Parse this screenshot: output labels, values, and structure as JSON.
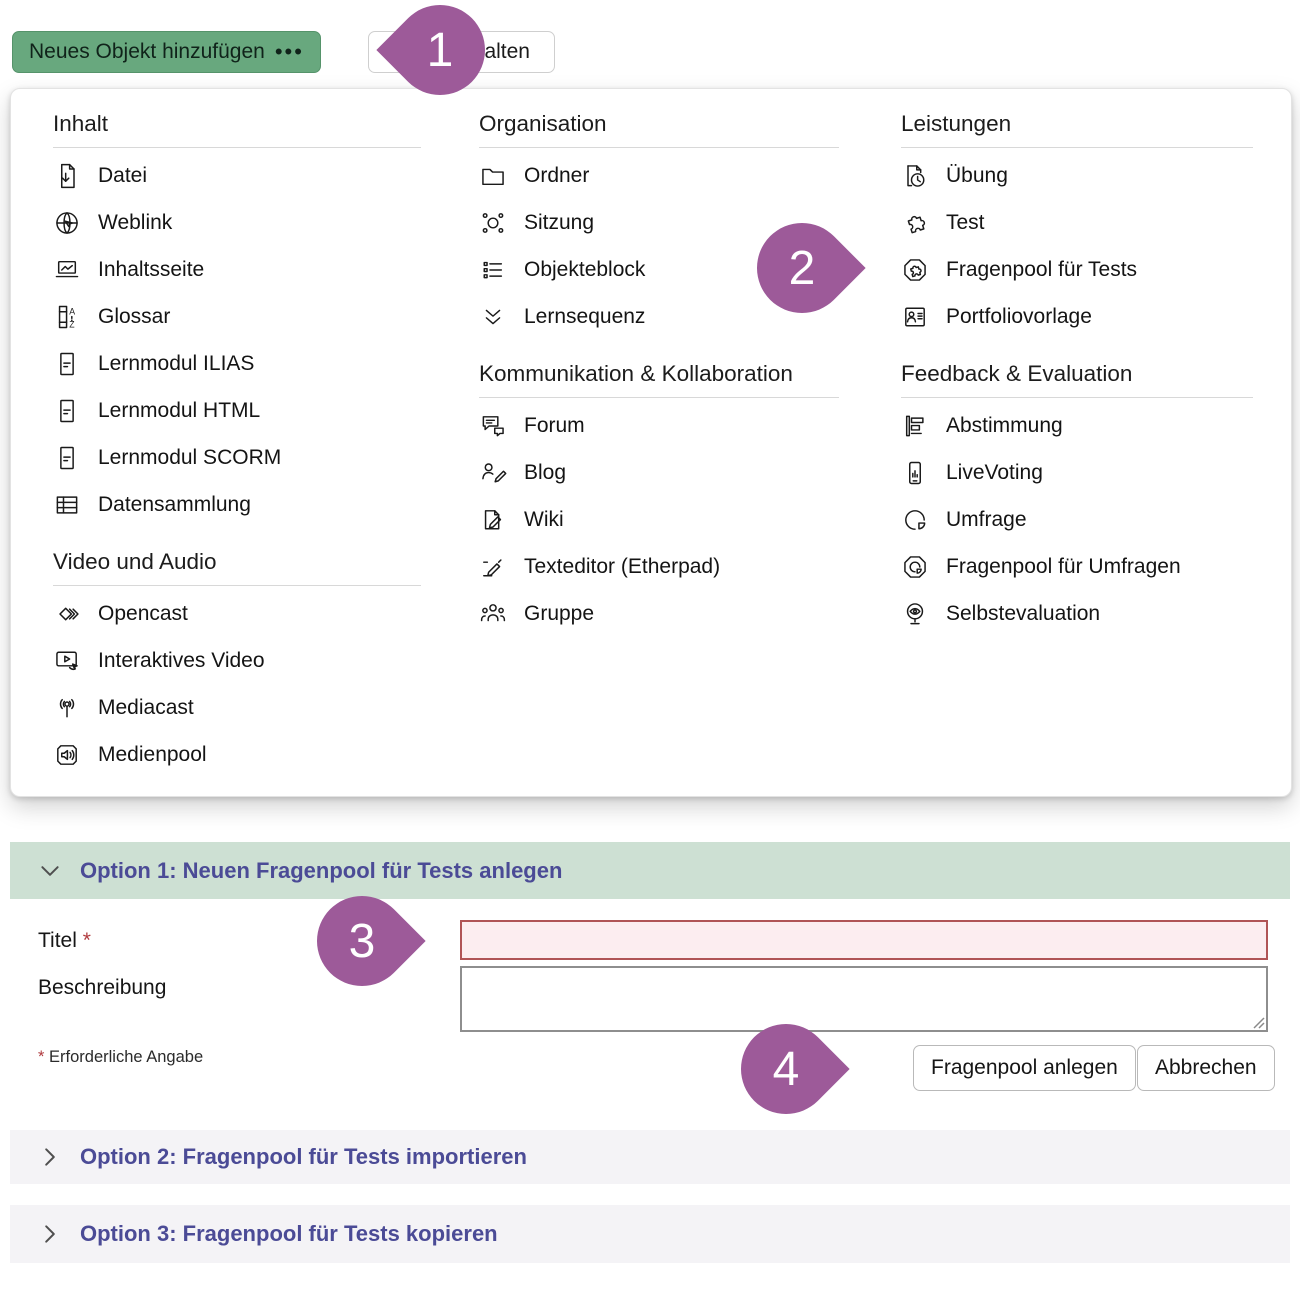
{
  "toolbar": {
    "add_object_label": "Neues Objekt hinzufügen",
    "add_object_dots": "•••",
    "partial_button_label": "alten"
  },
  "menu": {
    "columns": [
      {
        "sections": [
          {
            "title": "Inhalt",
            "items": [
              {
                "icon": "file-download-icon",
                "label": "Datei"
              },
              {
                "icon": "globe-icon",
                "label": "Weblink"
              },
              {
                "icon": "content-page-icon",
                "label": "Inhaltsseite"
              },
              {
                "icon": "glossary-icon",
                "label": "Glossar"
              },
              {
                "icon": "learning-module-icon",
                "label": "Lernmodul ILIAS"
              },
              {
                "icon": "learning-module-icon",
                "label": "Lernmodul HTML"
              },
              {
                "icon": "learning-module-icon",
                "label": "Lernmodul SCORM"
              },
              {
                "icon": "data-collection-icon",
                "label": "Datensammlung"
              }
            ]
          },
          {
            "title": "Video und Audio",
            "items": [
              {
                "icon": "opencast-icon",
                "label": "Opencast"
              },
              {
                "icon": "interactive-video-icon",
                "label": "Interaktives Video"
              },
              {
                "icon": "mediacast-icon",
                "label": "Mediacast"
              },
              {
                "icon": "media-pool-icon",
                "label": "Medienpool"
              }
            ]
          }
        ]
      },
      {
        "sections": [
          {
            "title": "Organisation",
            "items": [
              {
                "icon": "folder-icon",
                "label": "Ordner"
              },
              {
                "icon": "session-icon",
                "label": "Sitzung"
              },
              {
                "icon": "item-group-icon",
                "label": "Objekteblock"
              },
              {
                "icon": "learning-sequence-icon",
                "label": "Lernsequenz"
              }
            ]
          },
          {
            "title": "Kommunikation & Kollaboration",
            "items": [
              {
                "icon": "forum-icon",
                "label": "Forum"
              },
              {
                "icon": "blog-icon",
                "label": "Blog"
              },
              {
                "icon": "wiki-icon",
                "label": "Wiki"
              },
              {
                "icon": "text-editor-icon",
                "label": "Texteditor (Etherpad)"
              },
              {
                "icon": "group-icon",
                "label": "Gruppe"
              }
            ]
          }
        ]
      },
      {
        "sections": [
          {
            "title": "Leistungen",
            "items": [
              {
                "icon": "exercise-icon",
                "label": "Übung"
              },
              {
                "icon": "test-puzzle-icon",
                "label": "Test"
              },
              {
                "icon": "question-pool-test-icon",
                "label": "Fragenpool für Tests"
              },
              {
                "icon": "portfolio-template-icon",
                "label": "Portfoliovorlage"
              }
            ]
          },
          {
            "title": "Feedback & Evaluation",
            "items": [
              {
                "icon": "poll-icon",
                "label": "Abstimmung"
              },
              {
                "icon": "live-voting-icon",
                "label": "LiveVoting"
              },
              {
                "icon": "survey-icon",
                "label": "Umfrage"
              },
              {
                "icon": "question-pool-survey-icon",
                "label": "Fragenpool für Umfragen"
              },
              {
                "icon": "self-evaluation-icon",
                "label": "Selbstevaluation"
              }
            ]
          }
        ]
      }
    ]
  },
  "annotations": {
    "markers": [
      "1",
      "2",
      "3",
      "4"
    ]
  },
  "accordion": {
    "option1_title": "Option 1: Neuen Fragenpool für Tests anlegen",
    "option2_title": "Option 2: Fragenpool für Tests importieren",
    "option3_title": "Option 3: Fragenpool für Tests kopieren"
  },
  "form": {
    "title_label": "Titel",
    "required_marker": "*",
    "title_value": "",
    "description_label": "Beschreibung",
    "required_note": "Erforderliche Angabe",
    "create_button": "Fragenpool anlegen",
    "cancel_button": "Abbrechen"
  },
  "colors": {
    "accent_green": "#68a87e",
    "option_open_green": "#cde0d3",
    "option_closed_gray": "#f4f3f6",
    "marker_purple": "#9d5a99",
    "heading_indigo": "#4b4b96",
    "required_red": "#b03a3e",
    "error_input_border": "#b05456",
    "error_input_bg": "#fcedf0"
  }
}
